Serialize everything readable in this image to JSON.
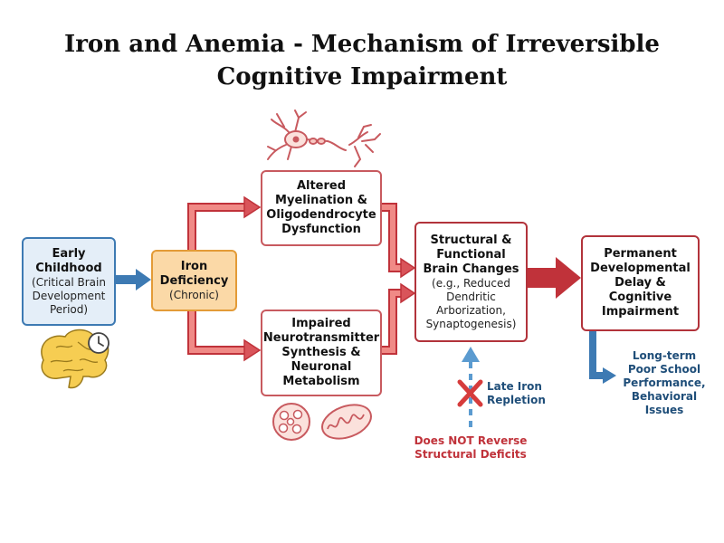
{
  "title": {
    "line1": "Iron and Anemia - Mechanism of Irreversible",
    "line2": "Cognitive Impairment"
  },
  "nodes": {
    "early_childhood": {
      "title": "Early Childhood",
      "note": "(Critical Brain Development Period)"
    },
    "iron_deficiency": {
      "title": "Iron Deficiency",
      "note": "(Chronic)"
    },
    "altered_myelination": {
      "title": "Altered Myelination & Oligodendrocyte Dysfunction"
    },
    "impaired_neurotransmitter": {
      "title": "Impaired Neurotransmitter Synthesis & Neuronal Metabolism"
    },
    "structural_changes": {
      "title": "Structural & Functional Brain Changes",
      "note": "(e.g., Reduced Dendritic Arborization, Synaptogenesis)"
    },
    "permanent_delay": {
      "title": "Permanent Developmental Delay & Cognitive Impairment"
    }
  },
  "annotations": {
    "long_term": "Long-term Poor School Performance, Behavioral Issues",
    "late_iron": "Late Iron Repletion",
    "does_not_reverse": "Does NOT Reverse Structural Deficits"
  },
  "colors": {
    "blue": "#3d7ab3",
    "orange": "#e39b37",
    "red": "#d9545a",
    "dark_red": "#c0323a",
    "teal_text": "#1f4e79",
    "red_text": "#c0323a"
  },
  "icons": {
    "brain": "brain-icon",
    "clock": "clock-icon",
    "neuron": "neuron-icon",
    "vesicles": "vesicles-icon",
    "mitochondrion": "mitochondrion-icon",
    "cross": "x-mark-icon"
  }
}
